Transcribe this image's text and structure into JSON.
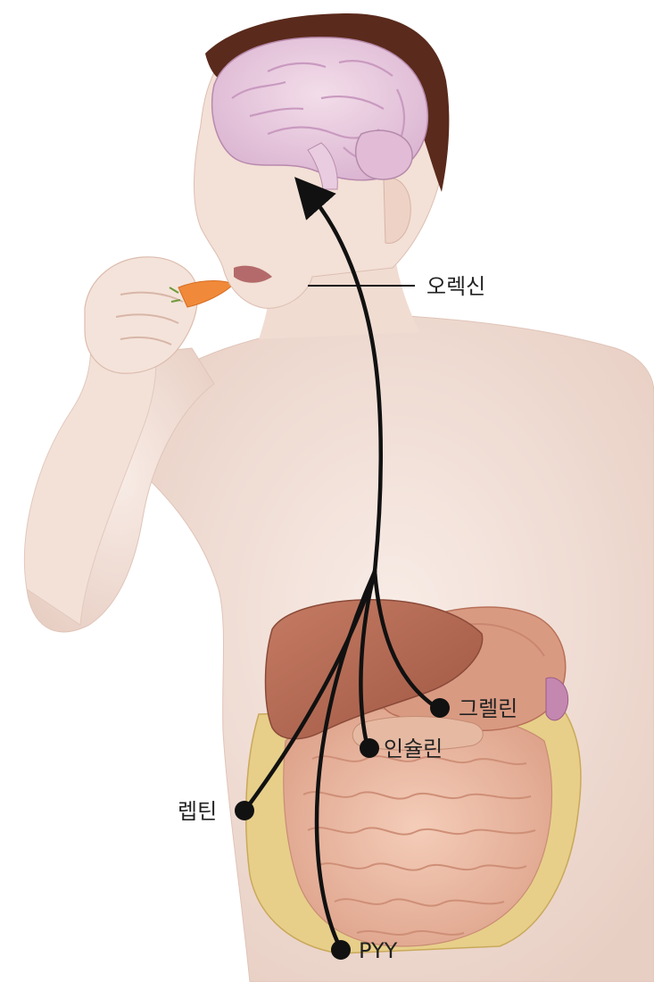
{
  "labels": {
    "orexin": "오렉신",
    "ghrelin": "그렐린",
    "insulin": "인슐린",
    "leptin": "렙틴",
    "pyy": "PYY"
  },
  "colors": {
    "skin": "#f2ddd4",
    "skin_shadow": "#e3c4b8",
    "hair": "#5a2a1c",
    "brain": "#e7c8dc",
    "brain_fold": "#c99ac0",
    "liver": "#b86b55",
    "stomach": "#d99a82",
    "intestine": "#eab9a4",
    "colon": "#e7cf8a",
    "carrot": "#f08a3a",
    "pathway": "#111111",
    "text": "#222222"
  },
  "icons": {
    "pathway_arrow": "arrowhead-icon",
    "hormone_source": "dot-icon"
  }
}
